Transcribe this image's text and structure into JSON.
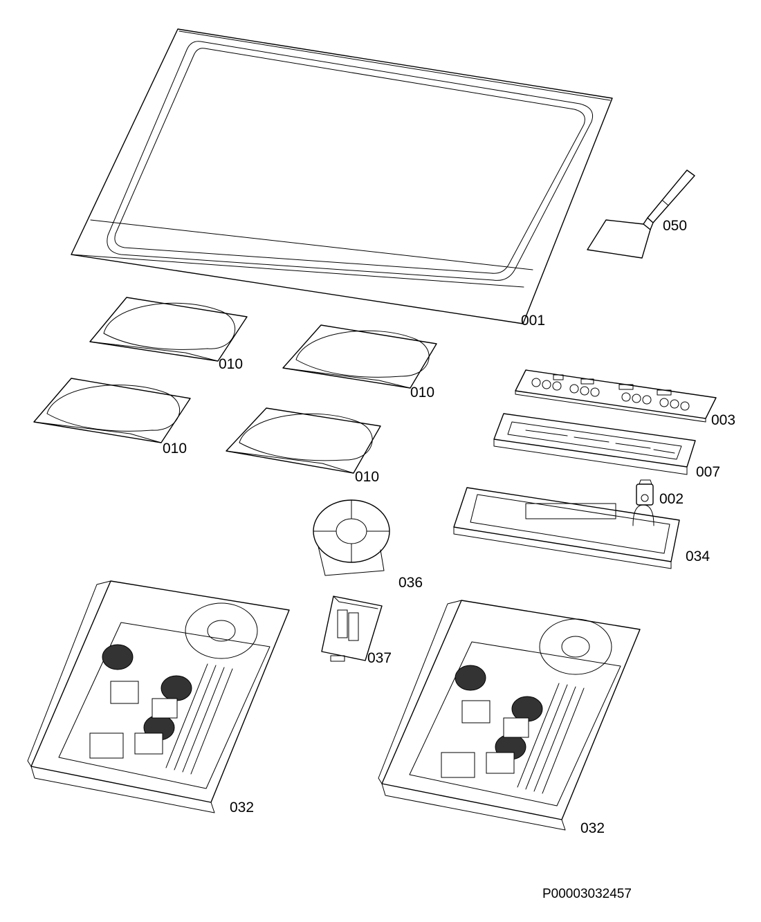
{
  "parts": {
    "glass_top": "001",
    "spatula": "050",
    "coil_top_left": "010",
    "coil_top_right": "010",
    "coil_bottom_left": "010",
    "coil_bottom_right": "010",
    "control_board": "003",
    "board_holder": "007",
    "clip": "002",
    "housing": "034",
    "fan_guard": "036",
    "connector_block": "037",
    "power_module_left": "032",
    "power_module_right": "032"
  },
  "document_id": "P00003032457"
}
